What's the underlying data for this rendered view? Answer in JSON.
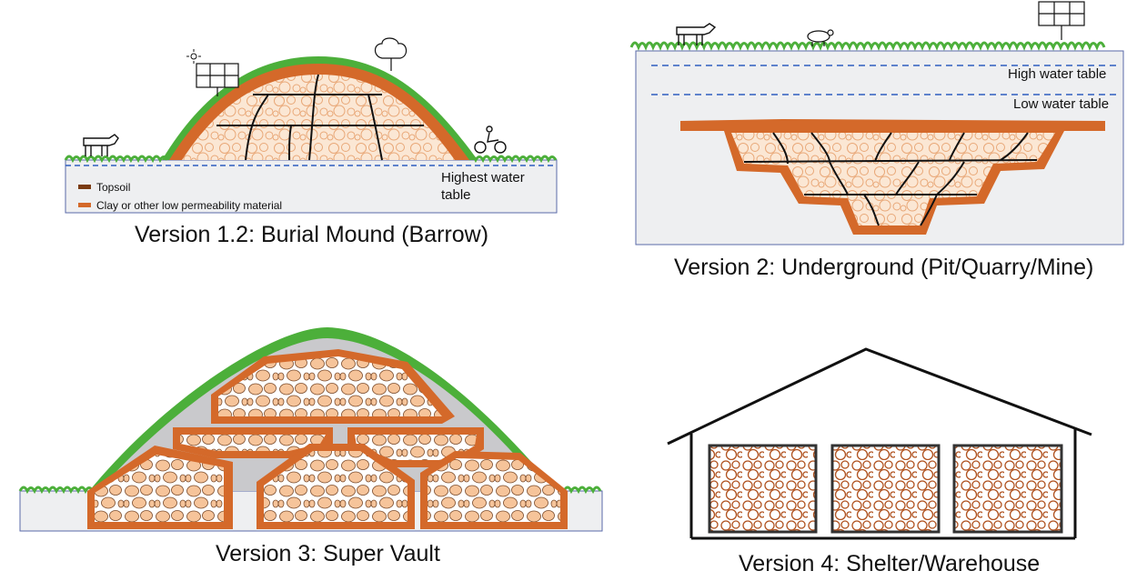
{
  "panels": {
    "p1": {
      "caption": "Version 1.2: Burial Mound (Barrow)",
      "water_label_1": "Highest water",
      "water_label_2": "table",
      "legend": [
        {
          "label": "Topsoil",
          "color": "#7a3b12"
        },
        {
          "label": "Clay or other low permeability material",
          "color": "#d4692a"
        }
      ]
    },
    "p2": {
      "caption": "Version 2: Underground (Pit/Quarry/Mine)",
      "high_water": "High water table",
      "low_water": "Low water table"
    },
    "p3": {
      "caption": "Version 3: Super Vault"
    },
    "p4": {
      "caption": "Version 4: Shelter/Warehouse"
    }
  },
  "colors": {
    "clay": "#d4692a",
    "topsoil": "#7a3b12",
    "fill": "#fbe7d4",
    "ground": "#eeeff1",
    "water": "#2f5fbf",
    "grass": "#4caf3a",
    "vault_fill": "#f6c49a"
  },
  "icons": [
    "cow-icon",
    "solar-panel-icon",
    "sun-icon",
    "tree-icon",
    "cyclist-icon",
    "sheep-icon"
  ]
}
